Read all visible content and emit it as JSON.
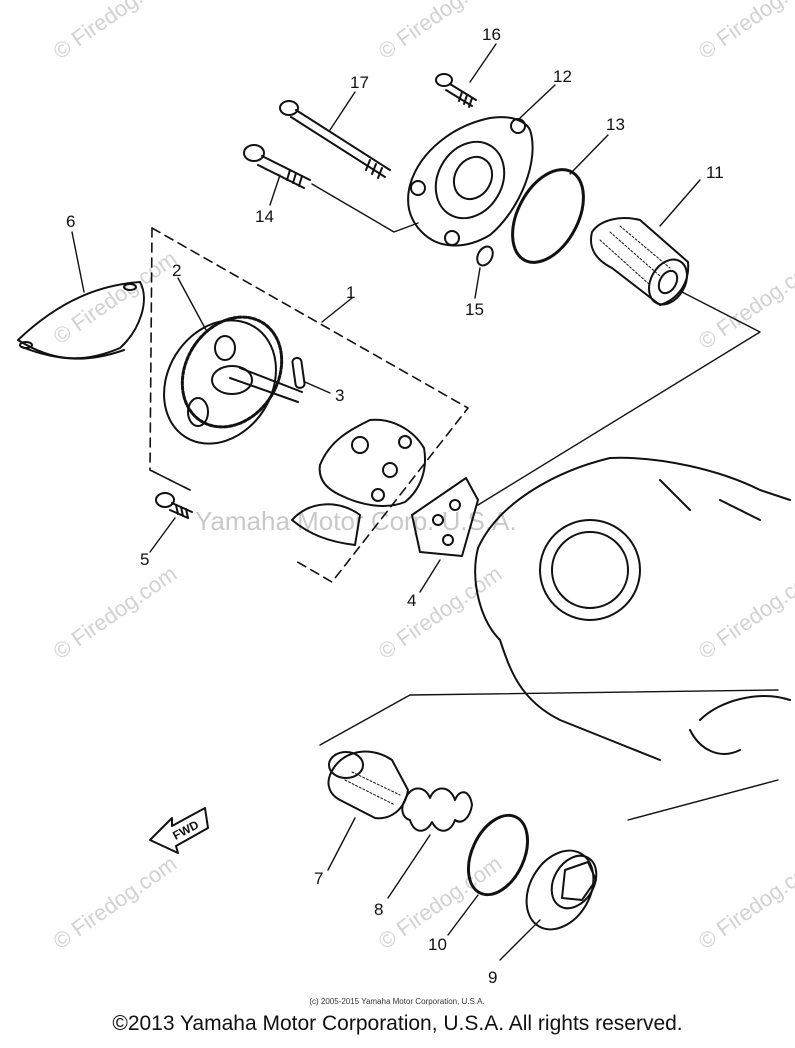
{
  "diagram": {
    "callouts": {
      "c1": "1",
      "c2": "2",
      "c3": "3",
      "c4": "4",
      "c5": "5",
      "c6": "6",
      "c7": "7",
      "c8": "8",
      "c9": "9",
      "c10": "10",
      "c11": "11",
      "c12": "12",
      "c13": "13",
      "c14": "14",
      "c15": "15",
      "c16": "16",
      "c17": "17"
    },
    "fwd_label": "FWD",
    "watermarks": {
      "firedog": "© Firedog.com",
      "yamaha": "Yamaha Motor Corp. U.S.A."
    },
    "small_copyright": "(c) 2005-2015 Yamaha Motor Corporation, U.S.A.",
    "copyright": "©2013 Yamaha Motor Corporation, U.S.A. All rights reserved."
  }
}
